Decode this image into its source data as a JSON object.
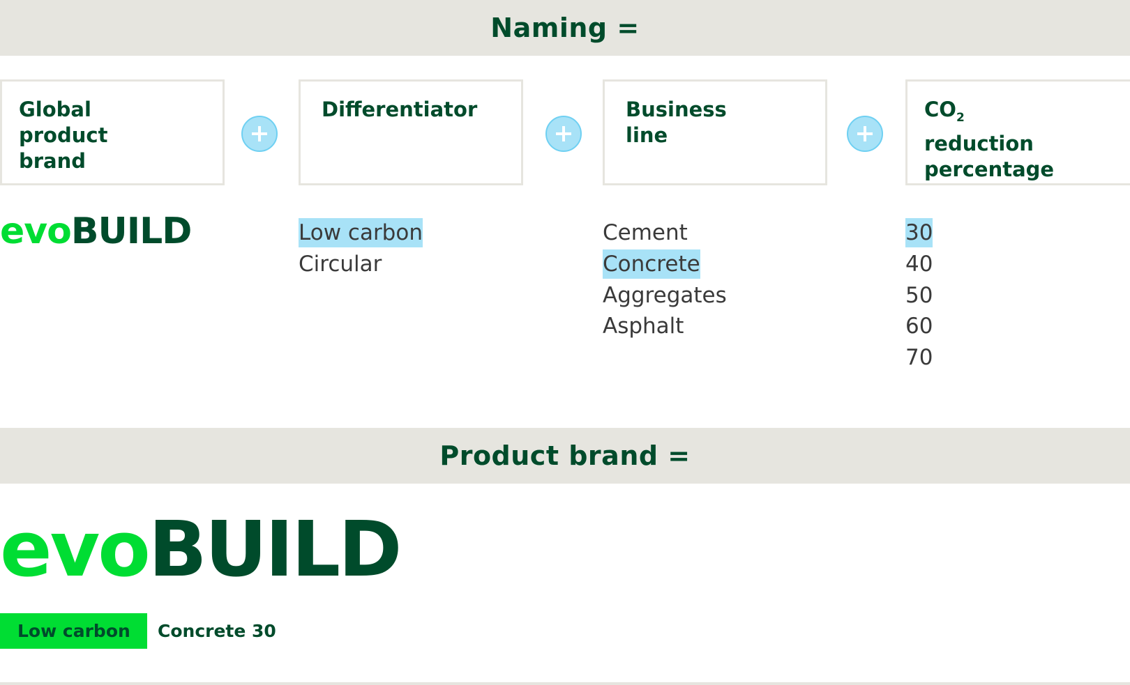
{
  "naming": {
    "title": "Naming =",
    "boxes": [
      {
        "label": "Global product brand"
      },
      {
        "label": "Differentiator"
      },
      {
        "label": "Business line"
      },
      {
        "label_main": "CO",
        "label_sub": "2",
        "label_rest": "reduction percentage"
      }
    ],
    "plus_icon": "plus-circle-icon"
  },
  "brand": {
    "part1": "evo",
    "part2": "BUILD"
  },
  "differentiators": [
    "Low carbon",
    "Circular"
  ],
  "business_lines": [
    "Cement",
    "Concrete",
    "Aggregates",
    "Asphalt"
  ],
  "percentages": [
    "30",
    "40",
    "50",
    "60",
    "70"
  ],
  "product_brand": {
    "title": "Product brand =",
    "badge": "Low carbon",
    "name": "Concrete 30"
  },
  "colors": {
    "dark_green": "#004b2b",
    "bright_green": "#00dd33",
    "highlight_blue": "#a8e2f7",
    "band_grey": "#e6e5df"
  }
}
